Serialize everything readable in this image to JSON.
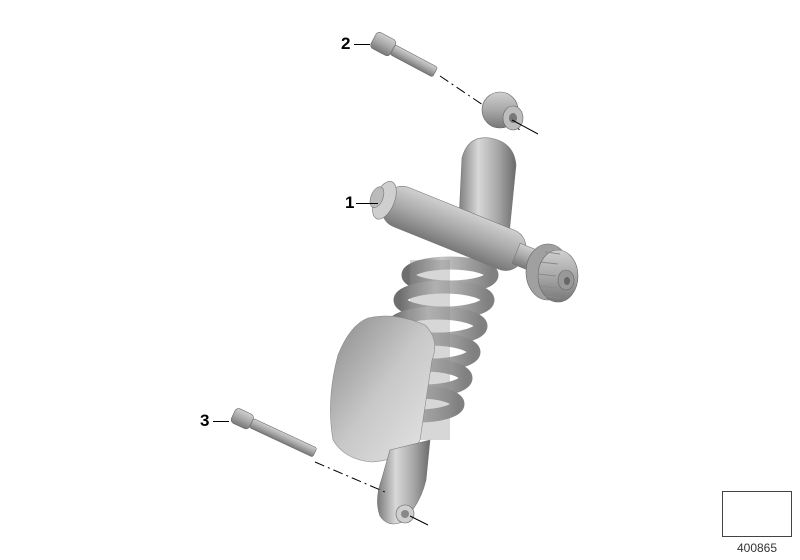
{
  "diagram": {
    "type": "exploded-parts-view",
    "subject": "Rear spring strut assembly",
    "reference_number": "400865",
    "callouts": [
      {
        "number": "1",
        "part": "spring-strut"
      },
      {
        "number": "2",
        "part": "upper-bolt"
      },
      {
        "number": "3",
        "part": "lower-bolt"
      }
    ],
    "colors": {
      "part_gray": "#9a9a9a",
      "part_light": "#d9d9d9",
      "part_dark": "#6e6e6e",
      "line": "#000000",
      "background": "#ffffff"
    }
  }
}
